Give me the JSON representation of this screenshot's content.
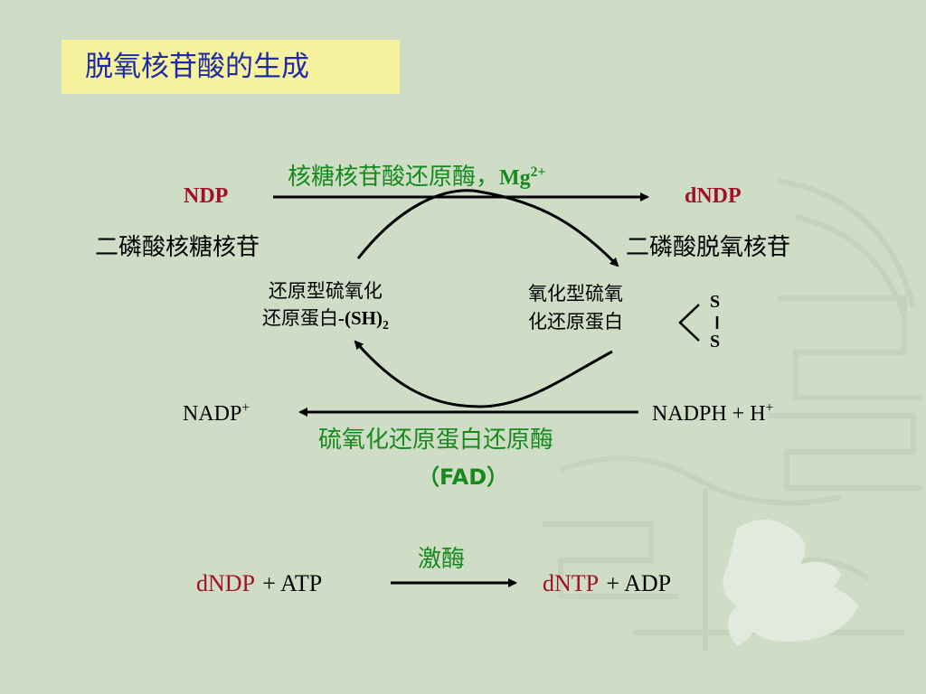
{
  "title": "脱氧核苷酸的生成",
  "reaction1": {
    "enzyme_label": "核糖核苷酸还原酶，",
    "cofactor": "Mg",
    "cofactor_charge": "2+",
    "substrate": "NDP",
    "substrate_name": "二磷酸核糖核苷",
    "product": "dNDP",
    "product_name": "二磷酸脱氧核苷"
  },
  "thioredoxin": {
    "reduced_line1": "还原型硫氧化",
    "reduced_line2_cn": "还原蛋白",
    "reduced_line2_formula": "-(SH)",
    "reduced_line2_subscript": "2",
    "oxidized_line1": "氧化型硫氧",
    "oxidized_line2": "化还原蛋白",
    "disulfide_top": "S",
    "disulfide_bottom": "S"
  },
  "reaction2": {
    "left": "NADP",
    "left_charge": "+",
    "right": "NADPH + H",
    "right_charge": "+",
    "enzyme_line1": "硫氧化还原蛋白还原酶",
    "enzyme_line2": "（FAD）"
  },
  "reaction3": {
    "enzyme": "激酶",
    "reactant1": "dNDP",
    "reactant2": "+ ATP",
    "product1": "dNTP",
    "product2": "+ ADP"
  },
  "colors": {
    "background": "#cfddc7",
    "title_box": "#f7f29d",
    "title_text": "#1f2aa5",
    "compound_red": "#a0102a",
    "enzyme_green": "#168a1c"
  }
}
